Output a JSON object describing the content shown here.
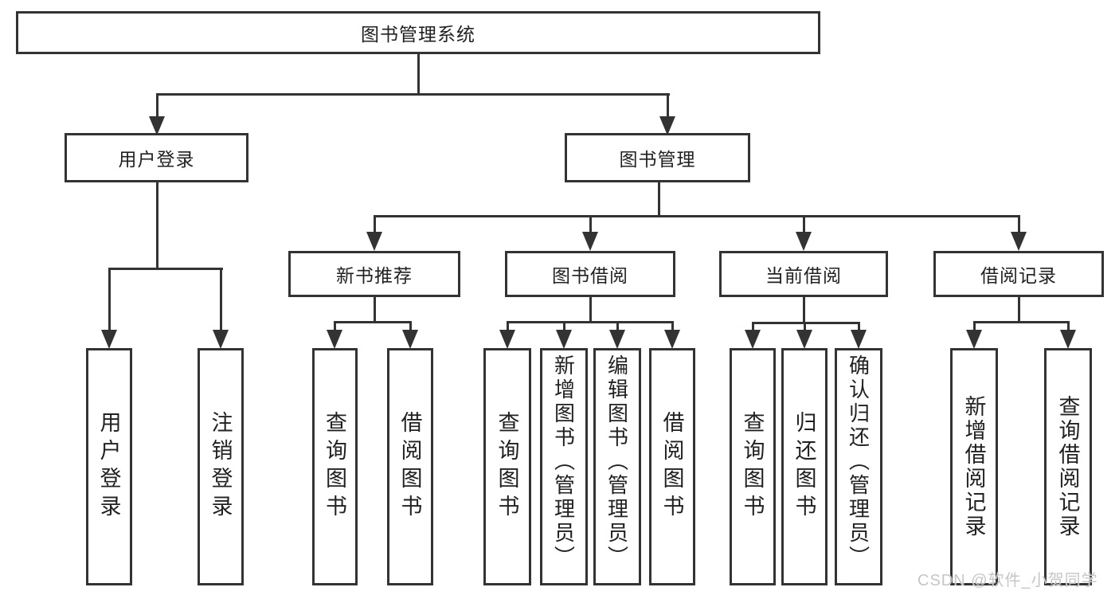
{
  "diagram": {
    "root": {
      "label": "图书管理系统"
    },
    "branches": [
      {
        "label": "用户登录",
        "children": [
          {
            "label": "用户登录"
          },
          {
            "label": "注销登录"
          }
        ]
      },
      {
        "label": "图书管理",
        "sections": [
          {
            "label": "新书推荐",
            "children": [
              {
                "label": "查询图书"
              },
              {
                "label": "借阅图书"
              }
            ]
          },
          {
            "label": "图书借阅",
            "children": [
              {
                "label": "查询图书"
              },
              {
                "label": "新增图书（管理员）"
              },
              {
                "label": "编辑图书（管理员）"
              },
              {
                "label": "借阅图书"
              }
            ]
          },
          {
            "label": "当前借阅",
            "children": [
              {
                "label": "查询图书"
              },
              {
                "label": "归还图书"
              },
              {
                "label": "确认归还（管理员）"
              }
            ]
          },
          {
            "label": "借阅记录",
            "children": [
              {
                "label": "新增借阅记录"
              },
              {
                "label": "查询借阅记录"
              }
            ]
          }
        ]
      }
    ]
  },
  "watermark": {
    "text": "CSDN @软件_小贺同学",
    "color": "#c6c6c6"
  },
  "colors": {
    "line": "#333333",
    "text": "#212121",
    "background": "#ffffff"
  }
}
